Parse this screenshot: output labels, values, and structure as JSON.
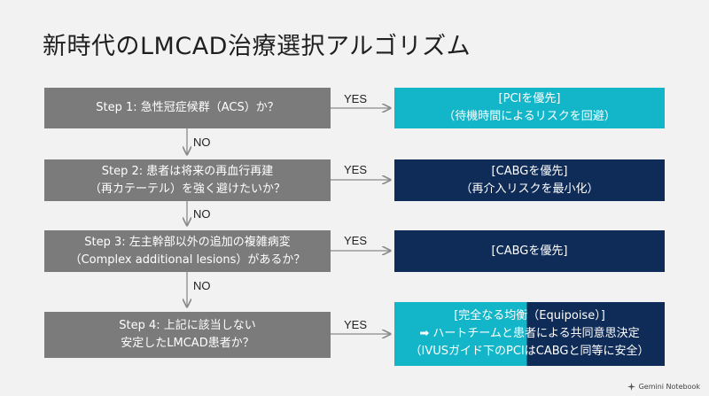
{
  "title": "新時代のLMCAD治療選択アルゴリズム",
  "steps": [
    {
      "lines": [
        "Step 1: 急性冠症候群（ACS）か？"
      ]
    },
    {
      "lines": [
        "Step 2: 患者は将来の再血行再建",
        "（再カテーテル）を強く避けたいか？"
      ]
    },
    {
      "lines": [
        "Step 3: 左主幹部以外の追加の複雑病変",
        "（Complex additional lesions）があるか？"
      ]
    },
    {
      "lines": [
        "Step 4: 上記に該当しない",
        "安定したLMCAD患者か？"
      ]
    }
  ],
  "results": [
    {
      "lines": [
        "[PCIを優先]",
        "（待機時間によるリスクを回避）"
      ]
    },
    {
      "lines": [
        "[CABGを優先]",
        "（再介入リスクを最小化）"
      ]
    },
    {
      "lines": [
        "[CABGを優先]"
      ]
    },
    {
      "lines": [
        "[完全なる均衡（Equipoise）]",
        "➡ ハートチームと患者による共同意思決定",
        "（IVUSガイド下のPCIはCABGと同等に安全）"
      ]
    }
  ],
  "yes_label": "YES",
  "no_label": "NO",
  "brand": "Gemini Notebook",
  "colors": {
    "step": "#7b7b7b",
    "teal": "#13b6c9",
    "navy": "#0f2b57",
    "connector": "#8a8a8a"
  }
}
